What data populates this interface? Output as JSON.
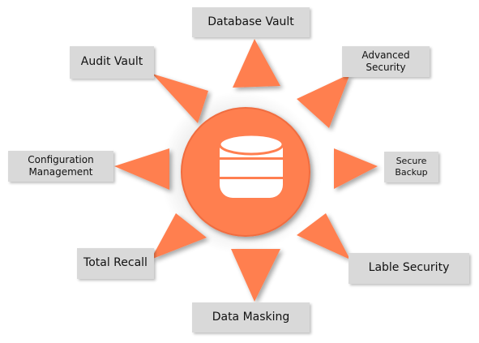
{
  "colors": {
    "accent": "#ff7f50",
    "label_background": "#d9d9d9",
    "icon": "#ffffff"
  },
  "center": {
    "icon": "database-icon"
  },
  "labels": {
    "database_vault": "Database Vault",
    "advanced_security_line1": "Advanced",
    "advanced_security_line2": "Security",
    "audit_vault": "Audit Vault",
    "configuration_management_line1": "Configuration",
    "configuration_management_line2": "Management",
    "secure_backup_line1": "Secure",
    "secure_backup_line2": "Backup",
    "lable_security": "Lable Security",
    "total_recall": "Total Recall",
    "data_masking": "Data Masking"
  }
}
